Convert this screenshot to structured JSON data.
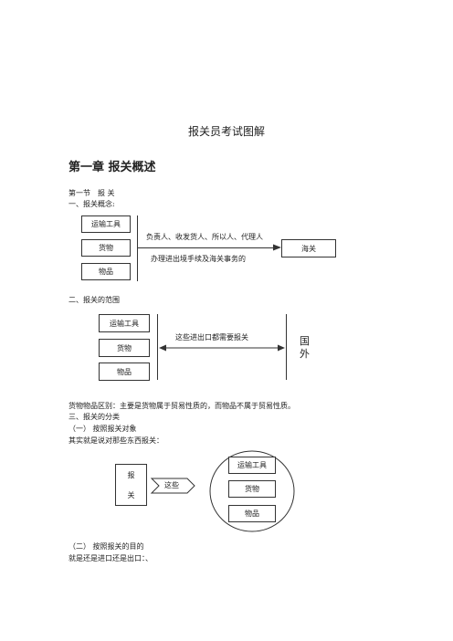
{
  "doc_title": "报关员考试图解",
  "chapter_heading": "第一章 报关概述",
  "section1": {
    "title": "第一节　报 关",
    "item1": "一、报关概念:",
    "boxes": [
      "运输工具",
      "货物",
      "物品"
    ],
    "line1": "负责人、收发货人、所以人、代理人",
    "line2": "办理进出境手续及海关事务的",
    "target_box": "海关"
  },
  "section2": {
    "title": "二、报关的范围",
    "boxes": [
      "运输工具",
      "货物",
      "物品"
    ],
    "arrow_text": "这些进出口都需要报关",
    "foreign_1": "国",
    "foreign_2": "外"
  },
  "notes": {
    "distinction": "货物物品区别：主要是货物属于贸易性质的，而物品不属于贸易性质。",
    "item3": "三、报关的分类",
    "sub1": "（一）  按照报关对象",
    "explain": "其实就是说对那些东西报关："
  },
  "section3": {
    "bao": "报",
    "guan": "关",
    "arrow_label": "这些",
    "circle_items": [
      "运输工具",
      "货物",
      "物品"
    ]
  },
  "footer": {
    "sub2": "（二）  按照报关的目的",
    "explain2": "就是还是进口还是出口：、"
  }
}
